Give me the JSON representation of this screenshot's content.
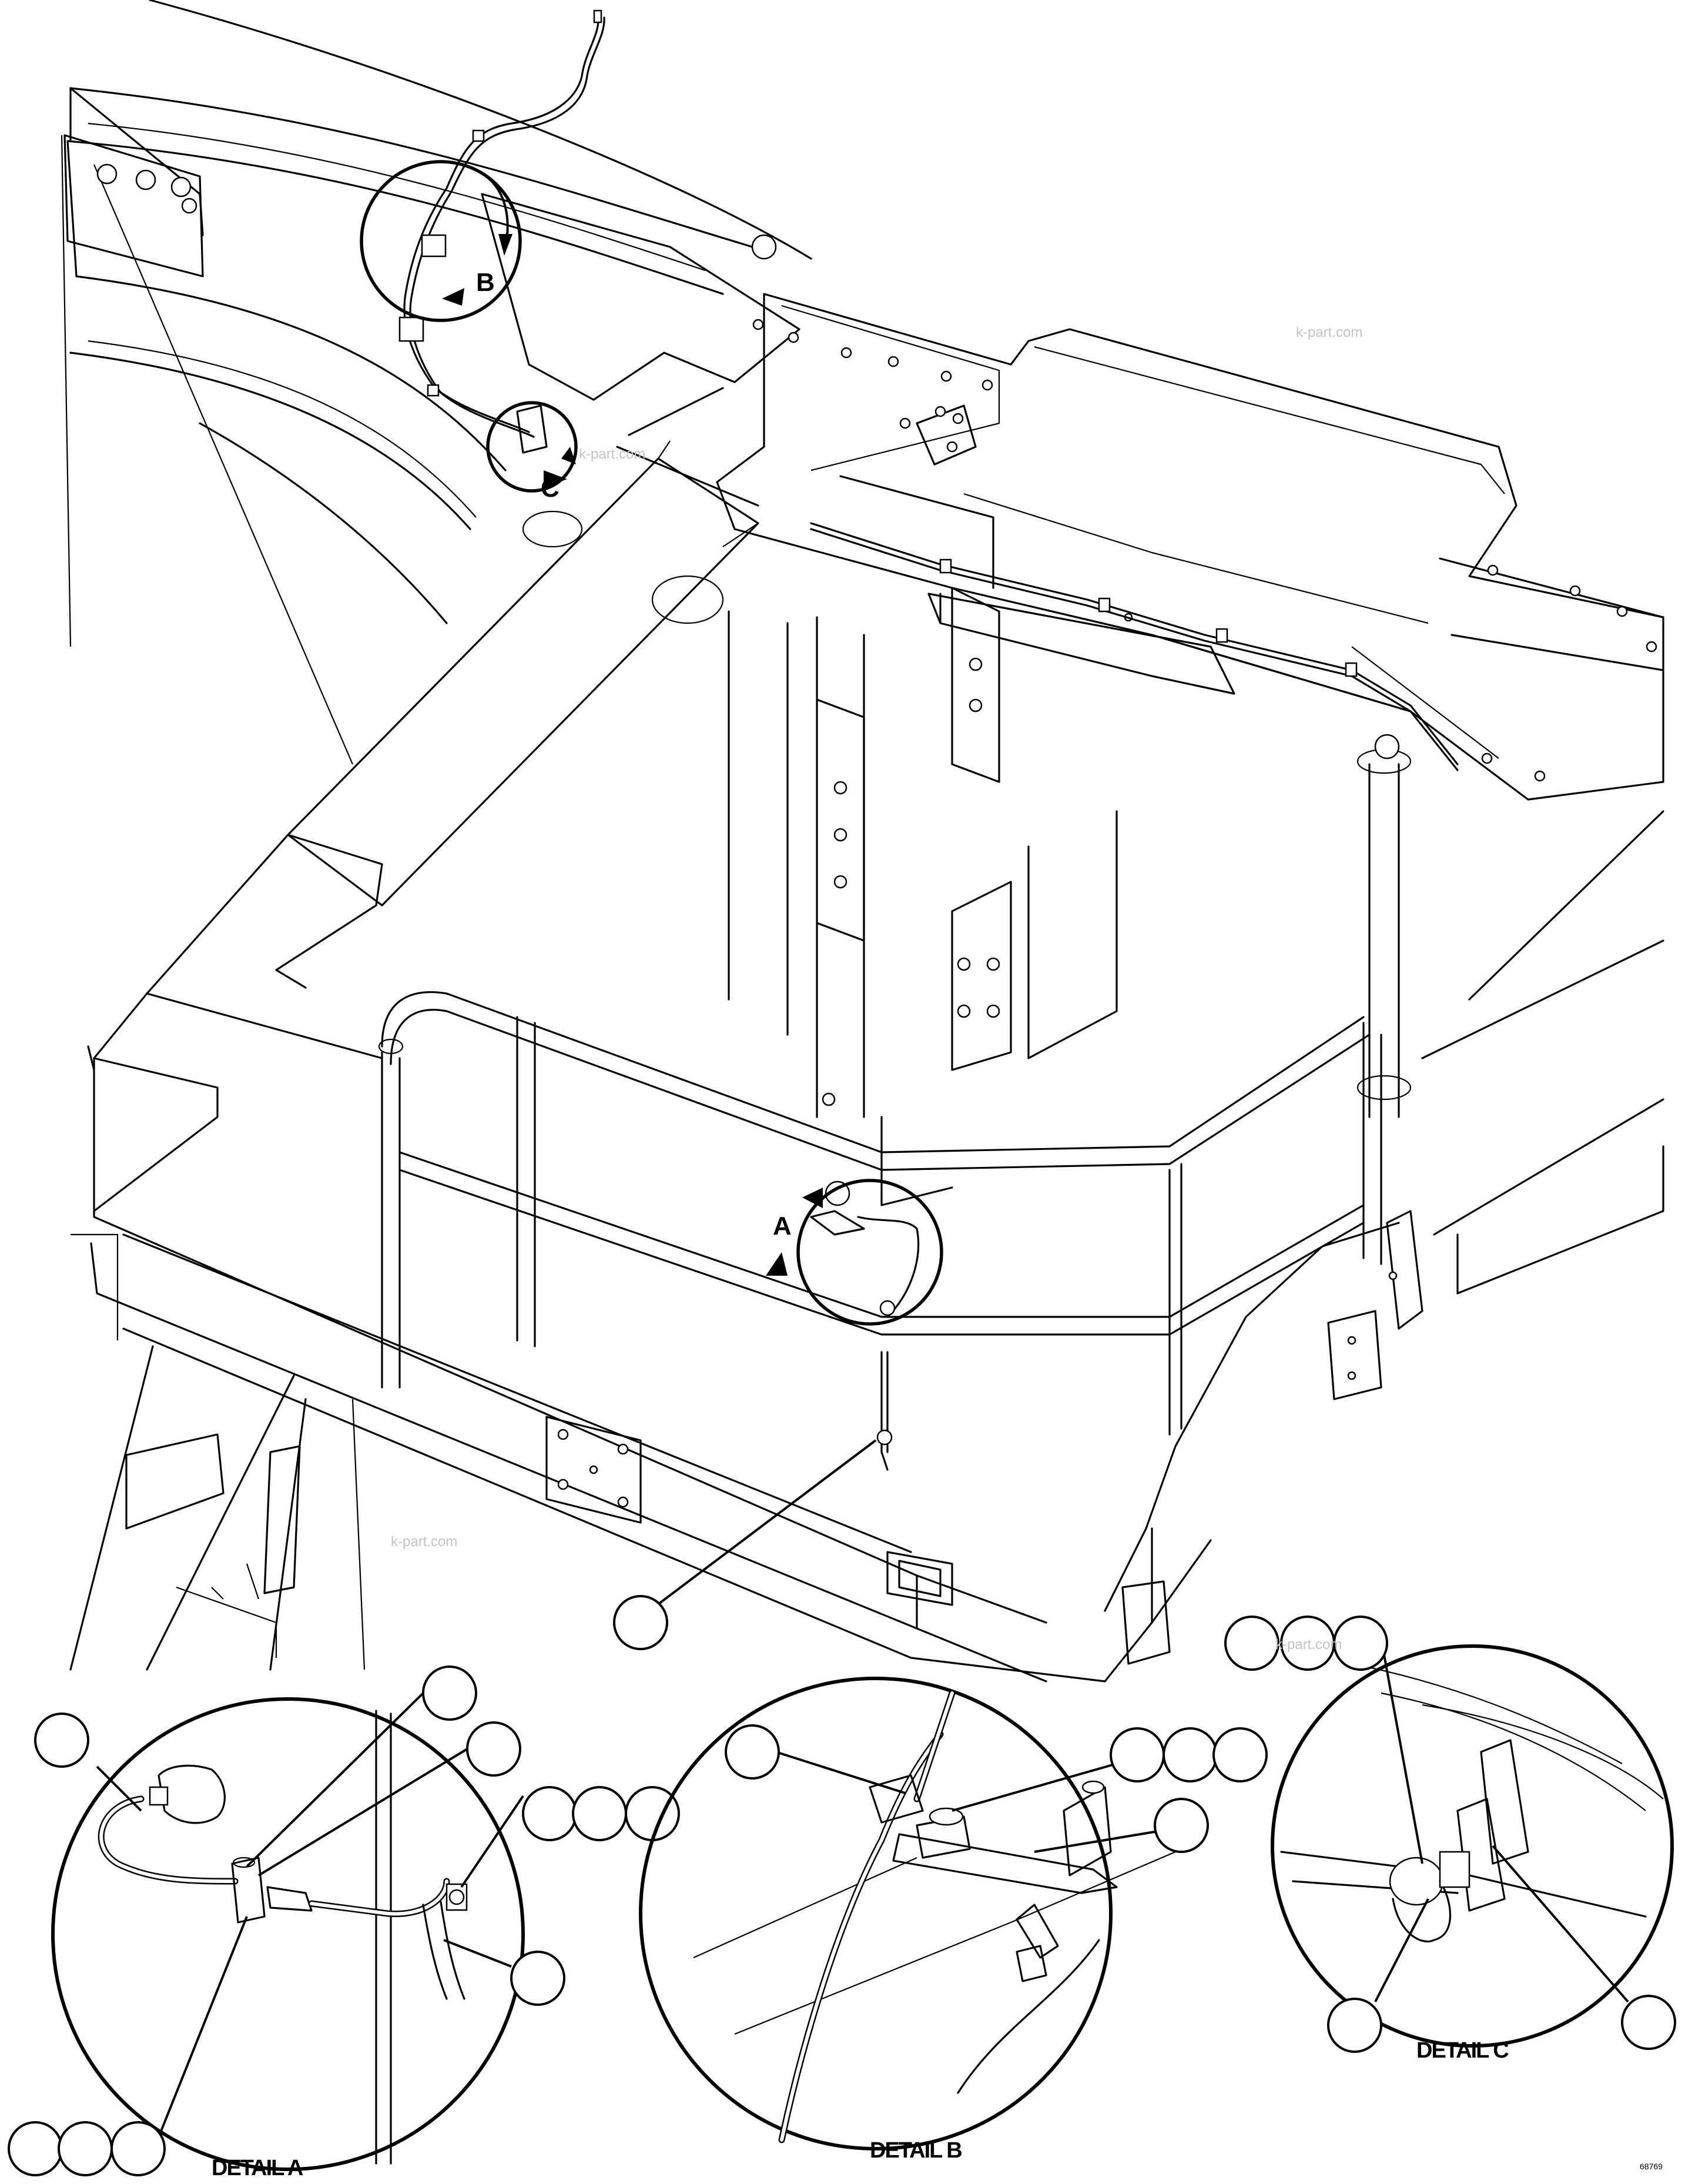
{
  "views": {
    "main": {
      "callout_a": "A",
      "callout_b": "B",
      "callout_c": "C"
    },
    "detail_a": {
      "label": "DETAIL A"
    },
    "detail_b": {
      "label": "DETAIL B"
    },
    "detail_c": {
      "label": "DETAIL C"
    }
  },
  "watermark": "k-part.com",
  "drawing_number": "68769"
}
